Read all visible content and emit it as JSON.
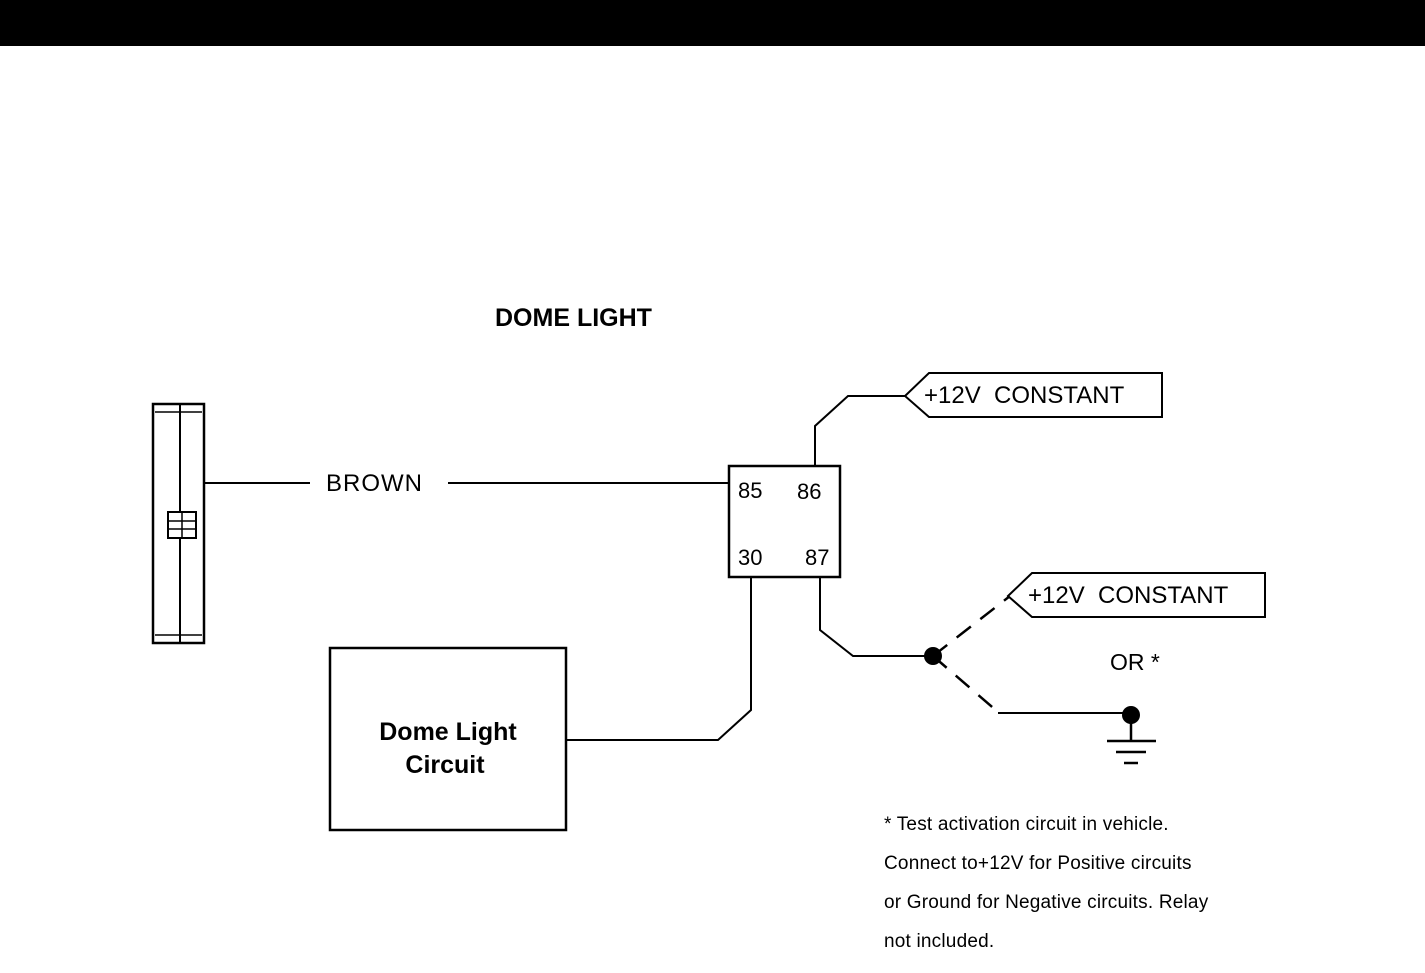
{
  "title": "DOME LIGHT",
  "wire_color": "BROWN",
  "relay": {
    "pin_85": "85",
    "pin_86": "86",
    "pin_30": "30",
    "pin_87": "87"
  },
  "power_tag_top": "+12V  CONSTANT",
  "power_tag_bottom": "+12V  CONSTANT",
  "or_label": "OR *",
  "circuit_box": {
    "line1": "Dome Light",
    "line2": "Circuit"
  },
  "note_lines": [
    "* Test activation circuit in vehicle.",
    "Connect to+12V for Positive circuits",
    "or Ground for Negative circuits. Relay",
    "not included."
  ],
  "colors": {
    "ink": "#000000",
    "background": "#ffffff"
  }
}
